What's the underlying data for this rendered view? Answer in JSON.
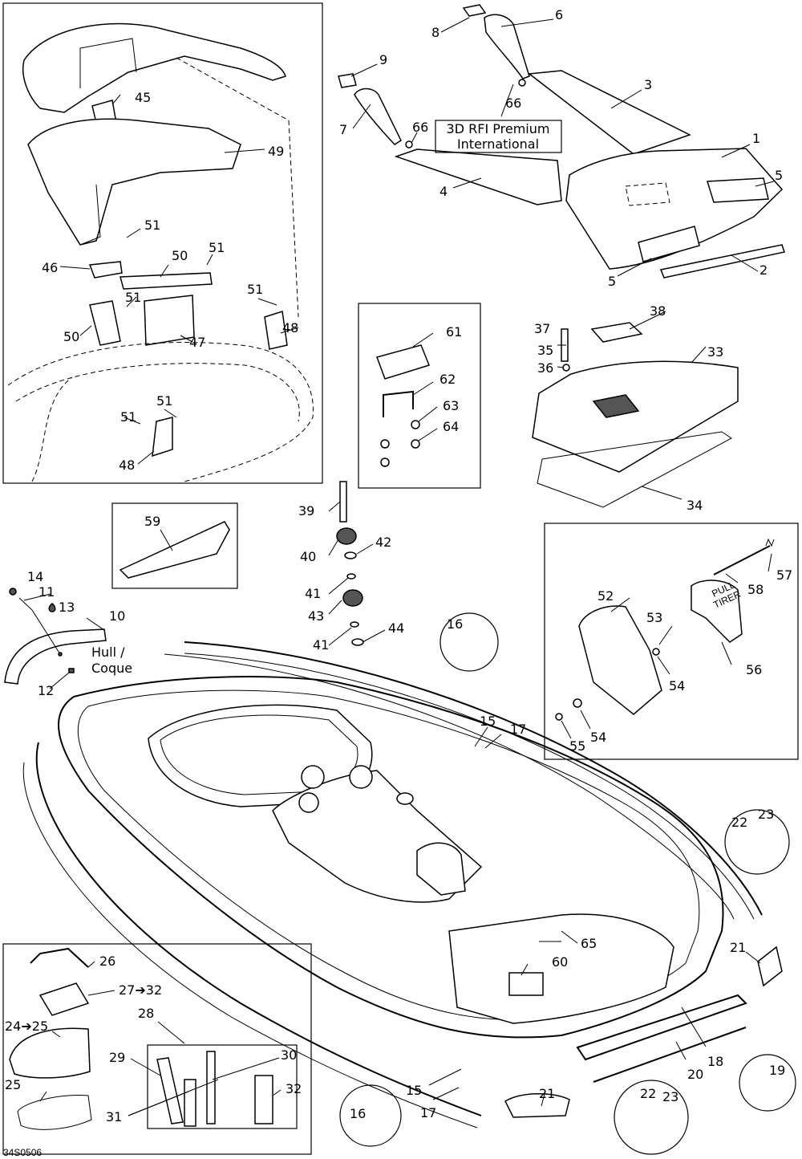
{
  "callout_labels": [
    {
      "id": "l1",
      "text": "1"
    },
    {
      "id": "l2",
      "text": "2"
    },
    {
      "id": "l3",
      "text": "3"
    },
    {
      "id": "l4",
      "text": "4"
    },
    {
      "id": "l5a",
      "text": "5"
    },
    {
      "id": "l5b",
      "text": "5"
    },
    {
      "id": "l6",
      "text": "6"
    },
    {
      "id": "l7",
      "text": "7"
    },
    {
      "id": "l8",
      "text": "8"
    },
    {
      "id": "l9",
      "text": "9"
    },
    {
      "id": "l10",
      "text": "10"
    },
    {
      "id": "l11",
      "text": "11"
    },
    {
      "id": "l12",
      "text": "12"
    },
    {
      "id": "l13",
      "text": "13"
    },
    {
      "id": "l14",
      "text": "14"
    },
    {
      "id": "l15a",
      "text": "15"
    },
    {
      "id": "l15b",
      "text": "15"
    },
    {
      "id": "l16a",
      "text": "16"
    },
    {
      "id": "l16b",
      "text": "16"
    },
    {
      "id": "l17a",
      "text": "17"
    },
    {
      "id": "l17b",
      "text": "17"
    },
    {
      "id": "l18",
      "text": "18"
    },
    {
      "id": "l19",
      "text": "19"
    },
    {
      "id": "l20",
      "text": "20"
    },
    {
      "id": "l21a",
      "text": "21"
    },
    {
      "id": "l21b",
      "text": "21"
    },
    {
      "id": "l22a",
      "text": "22"
    },
    {
      "id": "l22b",
      "text": "22"
    },
    {
      "id": "l23a",
      "text": "23"
    },
    {
      "id": "l23b",
      "text": "23"
    },
    {
      "id": "l24",
      "text": "24➔25"
    },
    {
      "id": "l25",
      "text": "25"
    },
    {
      "id": "l26",
      "text": "26"
    },
    {
      "id": "l27",
      "text": "27➔32"
    },
    {
      "id": "l28",
      "text": "28"
    },
    {
      "id": "l29",
      "text": "29"
    },
    {
      "id": "l30",
      "text": "30"
    },
    {
      "id": "l31",
      "text": "31"
    },
    {
      "id": "l32",
      "text": "32"
    },
    {
      "id": "l33",
      "text": "33"
    },
    {
      "id": "l34",
      "text": "34"
    },
    {
      "id": "l35",
      "text": "35"
    },
    {
      "id": "l36",
      "text": "36"
    },
    {
      "id": "l37",
      "text": "37"
    },
    {
      "id": "l38",
      "text": "38"
    },
    {
      "id": "l39",
      "text": "39"
    },
    {
      "id": "l40",
      "text": "40"
    },
    {
      "id": "l41a",
      "text": "41"
    },
    {
      "id": "l41b",
      "text": "41"
    },
    {
      "id": "l42",
      "text": "42"
    },
    {
      "id": "l43",
      "text": "43"
    },
    {
      "id": "l44",
      "text": "44"
    },
    {
      "id": "l45",
      "text": "45"
    },
    {
      "id": "l46",
      "text": "46"
    },
    {
      "id": "l47",
      "text": "47"
    },
    {
      "id": "l48a",
      "text": "48"
    },
    {
      "id": "l48b",
      "text": "48"
    },
    {
      "id": "l49",
      "text": "49"
    },
    {
      "id": "l50a",
      "text": "50"
    },
    {
      "id": "l50b",
      "text": "50"
    },
    {
      "id": "l51a",
      "text": "51"
    },
    {
      "id": "l51b",
      "text": "51"
    },
    {
      "id": "l51c",
      "text": "51"
    },
    {
      "id": "l51d",
      "text": "51"
    },
    {
      "id": "l51e",
      "text": "51"
    },
    {
      "id": "l51f",
      "text": "51"
    },
    {
      "id": "l52",
      "text": "52"
    },
    {
      "id": "l53",
      "text": "53"
    },
    {
      "id": "l54a",
      "text": "54"
    },
    {
      "id": "l54b",
      "text": "54"
    },
    {
      "id": "l55",
      "text": "55"
    },
    {
      "id": "l56",
      "text": "56"
    },
    {
      "id": "l57",
      "text": "57"
    },
    {
      "id": "l58",
      "text": "58"
    },
    {
      "id": "l59",
      "text": "59"
    },
    {
      "id": "l60",
      "text": "60"
    },
    {
      "id": "l61",
      "text": "61"
    },
    {
      "id": "l62",
      "text": "62"
    },
    {
      "id": "l63",
      "text": "63"
    },
    {
      "id": "l64",
      "text": "64"
    },
    {
      "id": "l65",
      "text": "65"
    },
    {
      "id": "l66a",
      "text": "66"
    },
    {
      "id": "l66b",
      "text": "66"
    }
  ],
  "annotations": {
    "model_box_line1": "3D RFI Premium",
    "model_box_line2": "International",
    "hull_label_line1": "Hull /",
    "hull_label_line2": "Coque",
    "pull_tirer_line1": "PULL",
    "pull_tirer_line2": "TIRER",
    "drawing_code": "34S0506"
  }
}
